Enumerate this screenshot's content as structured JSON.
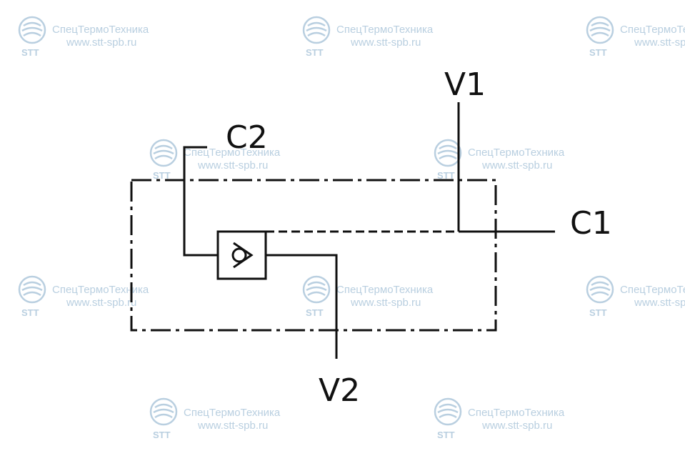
{
  "watermark": {
    "brand": "СпецТермоТехника",
    "url": "www.stt-spb.ru",
    "abbr": "STT",
    "color": "#b9cfe0"
  },
  "ports": {
    "v1": "V1",
    "v2": "V2",
    "c1": "C1",
    "c2": "C2"
  },
  "colors": {
    "line": "#111111",
    "background": "#ffffff"
  }
}
